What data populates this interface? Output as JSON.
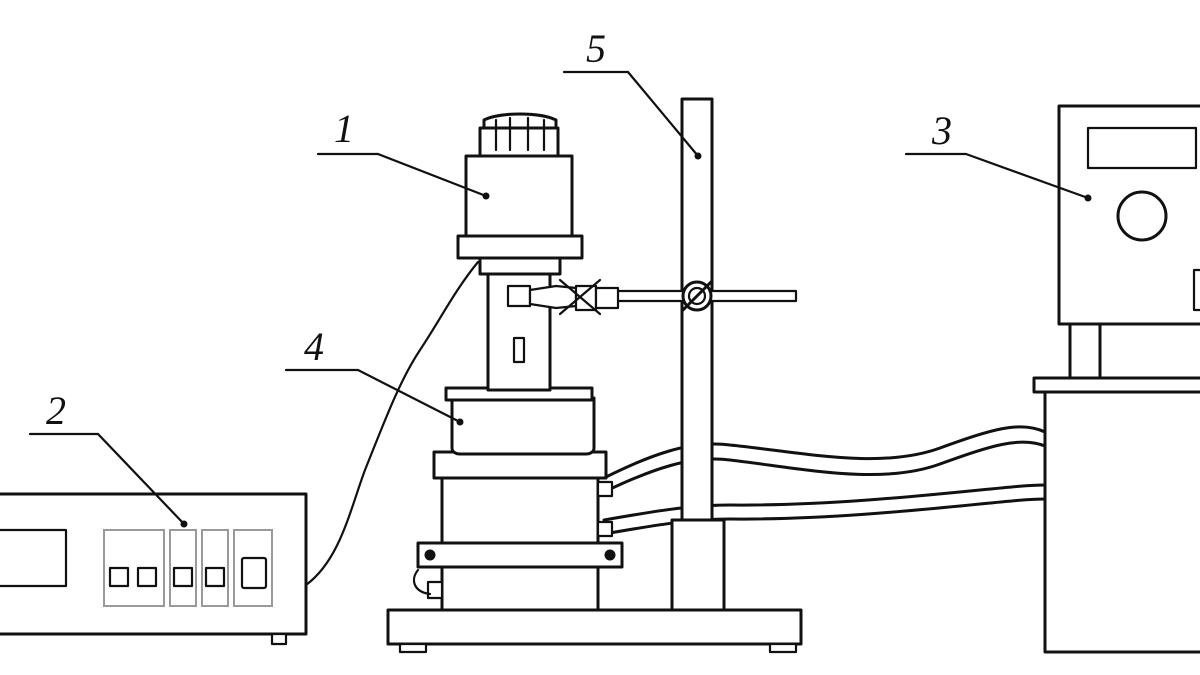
{
  "figure": {
    "labels": [
      {
        "id": "label-1",
        "text": "1"
      },
      {
        "id": "label-2",
        "text": "2"
      },
      {
        "id": "label-3",
        "text": "3"
      },
      {
        "id": "label-4",
        "text": "4"
      },
      {
        "id": "label-5",
        "text": "5"
      }
    ]
  },
  "colors": {
    "line": "#111111",
    "background": "#ffffff",
    "panel_outline": "#9a9a9a"
  }
}
